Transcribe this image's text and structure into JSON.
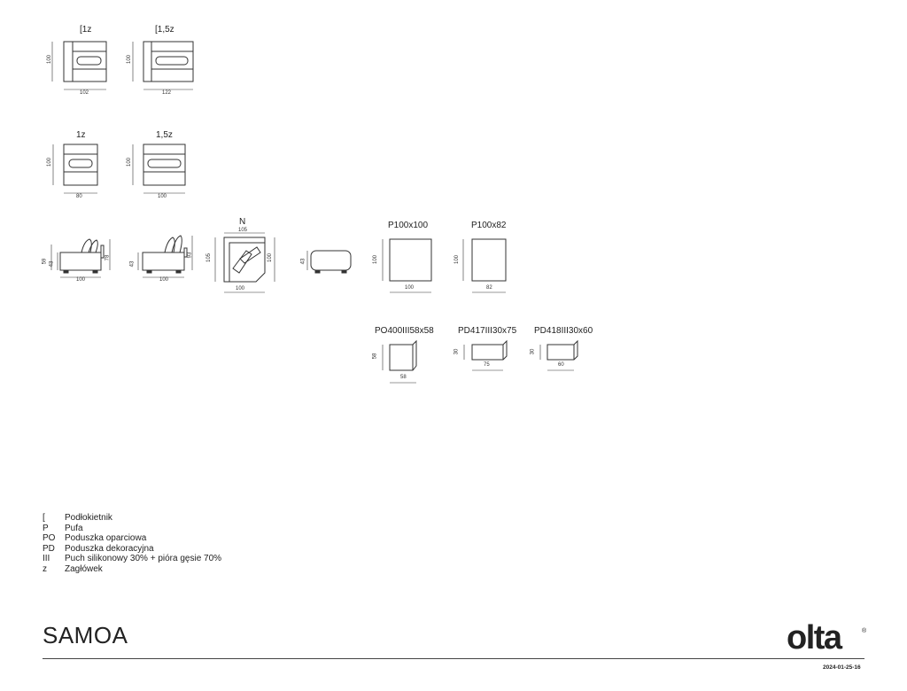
{
  "document": {
    "title": "SAMOA",
    "brand": "olta",
    "registered_mark": "®",
    "date": "2024-01-25-16"
  },
  "modules": {
    "m1z_armrest": {
      "label": "[1z",
      "height": "100",
      "width": "102"
    },
    "m15z_armrest": {
      "label": "[1,5z",
      "height": "100",
      "width": "122"
    },
    "m1z": {
      "label": "1z",
      "height": "100",
      "width": "80"
    },
    "m15z": {
      "label": "1,5z",
      "height": "100",
      "width": "100"
    },
    "side_a": {
      "seat_height": "59",
      "seat_depth_height": "43",
      "back_height": "78",
      "width": "100"
    },
    "side_b": {
      "seat_height": "43",
      "back_height": "93",
      "width": "100"
    },
    "corner_n": {
      "label": "N",
      "top_width": "105",
      "left_height": "105",
      "right_height": "100",
      "width": "100"
    },
    "pouf_side": {
      "height": "43"
    },
    "p100x100": {
      "label": "P100x100",
      "height": "100",
      "width": "100"
    },
    "p100x82": {
      "label": "P100x82",
      "height": "100",
      "width": "82"
    },
    "po400": {
      "label": "PO400III58x58",
      "height": "58",
      "width": "58"
    },
    "pd417": {
      "label": "PD417III30x75",
      "height": "30",
      "width": "75"
    },
    "pd418": {
      "label": "PD418III30x60",
      "height": "30",
      "width": "60"
    }
  },
  "legend": [
    {
      "key": "[",
      "desc": "Podłokietnik"
    },
    {
      "key": "P",
      "desc": "Pufa"
    },
    {
      "key": "PO",
      "desc": "Poduszka oparciowa"
    },
    {
      "key": "PD",
      "desc": "Poduszka dekoracyjna"
    },
    {
      "key": "III",
      "desc": "Puch silikonowy 30% + pióra gęsie 70%"
    },
    {
      "key": "z",
      "desc": "Zagłówek"
    }
  ],
  "colors": {
    "line": "#333333",
    "text": "#222222"
  }
}
